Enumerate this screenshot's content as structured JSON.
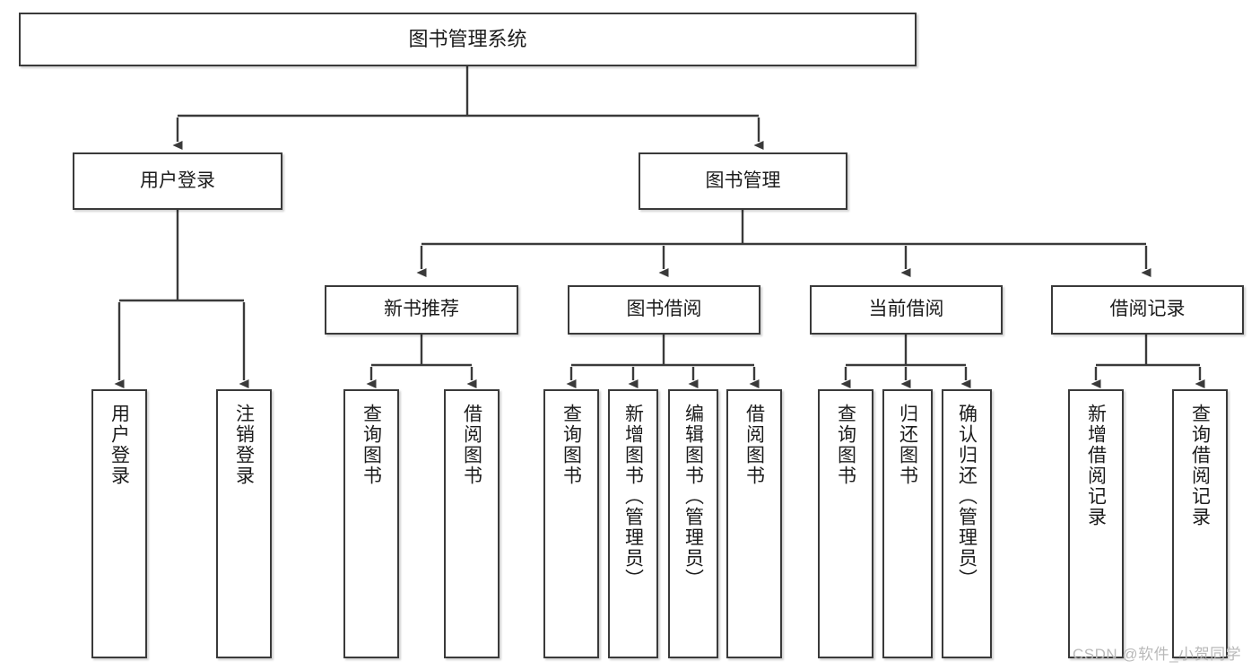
{
  "diagram": {
    "title": "图书管理系统",
    "type": "functional-structure-tree",
    "watermark": "CSDN @软件_小贺同学",
    "colors": {
      "box_border": "#3a3a3a",
      "box_fill": "#ffffff",
      "edge": "#3a3a3a",
      "text": "#1c1c1c",
      "watermark": "#b9b9b9",
      "background": "#ffffff"
    },
    "nodes": {
      "root": {
        "label": "图书管理系统"
      },
      "level1": [
        {
          "id": "user-login",
          "label": "用户登录"
        },
        {
          "id": "book-manage",
          "label": "图书管理"
        }
      ],
      "level2": [
        {
          "id": "new-book-recommend",
          "label": "新书推荐"
        },
        {
          "id": "book-borrow",
          "label": "图书借阅"
        },
        {
          "id": "current-borrow",
          "label": "当前借阅"
        },
        {
          "id": "borrow-record",
          "label": "借阅记录"
        }
      ],
      "leaves": [
        {
          "id": "leaf-user-login",
          "label": "用户登录",
          "parent": "user-login"
        },
        {
          "id": "leaf-logout-login",
          "label": "注销登录",
          "parent": "user-login"
        },
        {
          "id": "leaf-query-book-1",
          "label": "查询图书",
          "parent": "new-book-recommend"
        },
        {
          "id": "leaf-borrow-book-1",
          "label": "借阅图书",
          "parent": "new-book-recommend"
        },
        {
          "id": "leaf-query-book-2",
          "label": "查询图书",
          "parent": "book-borrow"
        },
        {
          "id": "leaf-add-book",
          "label": "新增图书（管理员）",
          "parent": "book-borrow"
        },
        {
          "id": "leaf-edit-book",
          "label": "编辑图书（管理员）",
          "parent": "book-borrow"
        },
        {
          "id": "leaf-borrow-book-2",
          "label": "借阅图书",
          "parent": "book-borrow"
        },
        {
          "id": "leaf-query-book-3",
          "label": "查询图书",
          "parent": "current-borrow"
        },
        {
          "id": "leaf-return-book",
          "label": "归还图书",
          "parent": "current-borrow"
        },
        {
          "id": "leaf-confirm-return",
          "label": "确认归还（管理员）",
          "parent": "current-borrow"
        },
        {
          "id": "leaf-add-borrow-record",
          "label": "新增借阅记录",
          "parent": "borrow-record"
        },
        {
          "id": "leaf-query-borrow-record",
          "label": "查询借阅记录",
          "parent": "borrow-record"
        }
      ]
    }
  }
}
